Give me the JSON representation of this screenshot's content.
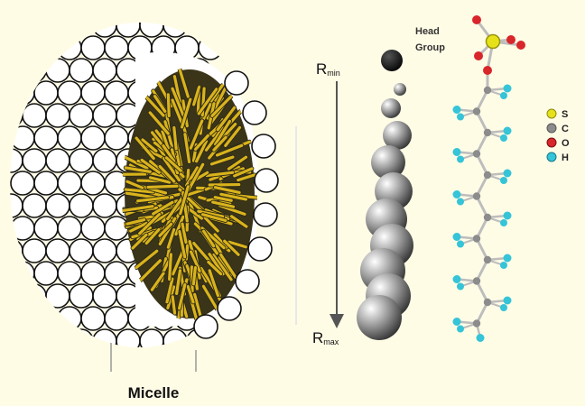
{
  "labels": {
    "micelle": "Micelle",
    "head_group_line1": "Head",
    "head_group_line2": "Group",
    "r_min_main": "R",
    "r_min_sub": "min",
    "r_max_main": "R",
    "r_max_sub": "max"
  },
  "legend": [
    {
      "symbol": "S",
      "color": "#e6e21a",
      "stroke": "#8a8a10"
    },
    {
      "symbol": "C",
      "color": "#8c8c8c",
      "stroke": "#555555"
    },
    {
      "symbol": "O",
      "color": "#d8262b",
      "stroke": "#7a1010"
    },
    {
      "symbol": "H",
      "color": "#35c4d8",
      "stroke": "#167a88"
    }
  ],
  "colors": {
    "background": "#fffce6",
    "tail_gold": "#d9b31c",
    "tail_dark": "#2d2a16",
    "bond_gray": "#bdbdbd",
    "sphere_outline": "#111111"
  }
}
